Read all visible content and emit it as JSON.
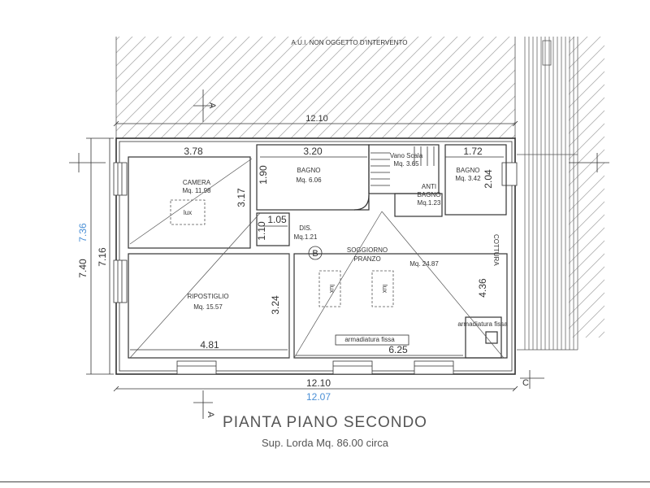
{
  "top_label": "A.U.I. NON OGGETTO D'INTERVENTO",
  "section_marks": {
    "a": "A",
    "b": "B",
    "c": "C"
  },
  "dimensions": {
    "top_overall": "12.10",
    "bottom_overall": "12.10",
    "bottom_alt": "12.07",
    "left_outer": "7.40",
    "left_outer_alt": "7.36",
    "left_inner": "7.16",
    "camera_width": "3.78",
    "bagno_width": "3.20",
    "bagno2_width": "1.72",
    "bagno_depth": "1.90",
    "camera_depth": "3.17",
    "dis_width": "1.05",
    "dis_depth": "1.10",
    "ripostiglio_depth": "3.24",
    "ripostiglio_width": "4.81",
    "soggiorno_width": "6.25",
    "soggiorno_depth": "4.36",
    "bagno2_depth": "2.04"
  },
  "rooms": {
    "camera": {
      "name": "CAMERA",
      "area": "Mq. 11.98"
    },
    "bagno": {
      "name": "BAGNO",
      "area": "Mq. 6.06"
    },
    "vano_scala": {
      "name": "Vano Scala",
      "area": "Mq. 3.65"
    },
    "bagno2": {
      "name": "BAGNO",
      "area": "Mq. 3.42"
    },
    "antibagno": {
      "name1": "ANTI",
      "name2": "BAGNO",
      "area": "Mq.1.23"
    },
    "dis": {
      "name": "DIS.",
      "area": "Mq.1.21"
    },
    "soggiorno": {
      "name1": "SOGGIORNO",
      "name2": "PRANZO",
      "area": "Mq. 24.87"
    },
    "ripostiglio": {
      "name": "RIPOSTIGLIO",
      "area": "Mq. 15.57"
    }
  },
  "labels": {
    "lux": "lux",
    "cottura": "COTTURA",
    "armadiatura_fissa": "armadiatura fissa",
    "marker_b": "B"
  },
  "title": "PIANTA  PIANO SECONDO",
  "subtitle": "Sup. Lorda  Mq. 86.00 circa",
  "colors": {
    "line": "#333333",
    "hatch": "#aaaaaa",
    "blue_dim": "#4a8fd6"
  }
}
